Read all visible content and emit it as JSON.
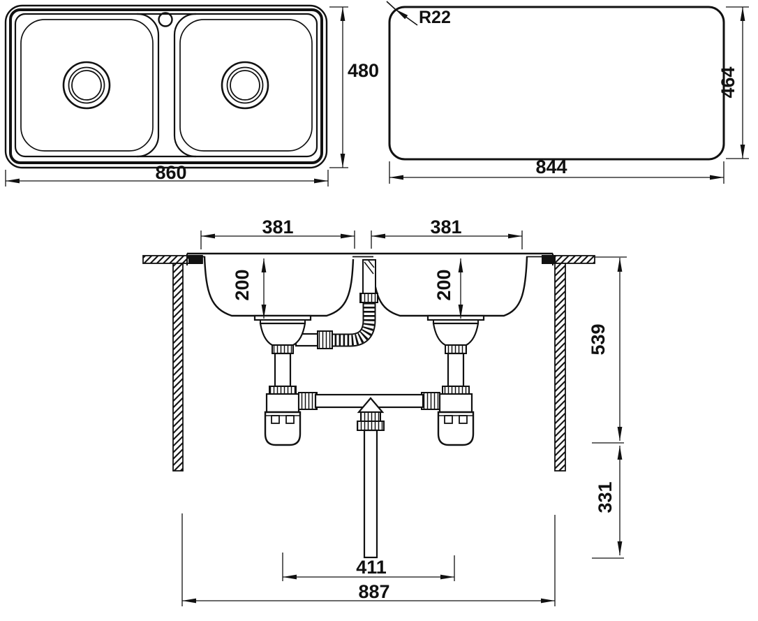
{
  "drawing": {
    "plan_view": {
      "width_label": "860",
      "depth_label": "480"
    },
    "cutout_view": {
      "corner_radius_label": "R22",
      "width_label": "844",
      "depth_label": "464"
    },
    "section_view": {
      "bowl_width_left": "381",
      "bowl_width_right": "381",
      "bowl_depth_left": "200",
      "bowl_depth_right": "200",
      "upper_height": "539",
      "lower_height": "331",
      "trap_span": "411",
      "overall_width": "887"
    },
    "colors": {
      "line": "#111111",
      "background": "#ffffff"
    }
  }
}
